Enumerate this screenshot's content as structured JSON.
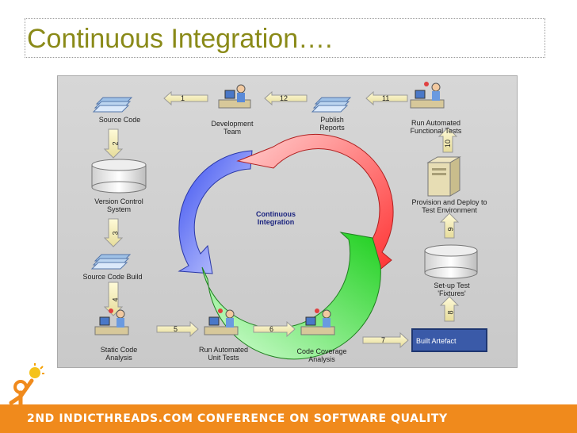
{
  "slide": {
    "title": "Continuous Integration…."
  },
  "diagram": {
    "center_label": "Continuous\nIntegration",
    "nodes": {
      "source_code": "Source Code",
      "development_team": "Development\nTeam",
      "publish_reports": "Publish\nReports",
      "run_functional": "Run Automated\nFunctional Tests",
      "version_control": "Version Control\nSystem",
      "provision_deploy": "Provision and Deploy to\nTest Environment",
      "source_build": "Source Code Build",
      "setup_fixtures": "Set-up Test\n'Fixtures'",
      "static_analysis": "Static Code\nAnalysis",
      "run_unit": "Run Automated\nUnit Tests",
      "code_coverage": "Code Coverage\nAnalysis",
      "built_artefact": "Built Artefact"
    },
    "steps": [
      "1",
      "2",
      "3",
      "4",
      "5",
      "6",
      "7",
      "8",
      "9",
      "10",
      "11",
      "12"
    ]
  },
  "footer": {
    "text": "2ND INDICTHREADS.COM CONFERENCE ON SOFTWARE QUALITY"
  }
}
